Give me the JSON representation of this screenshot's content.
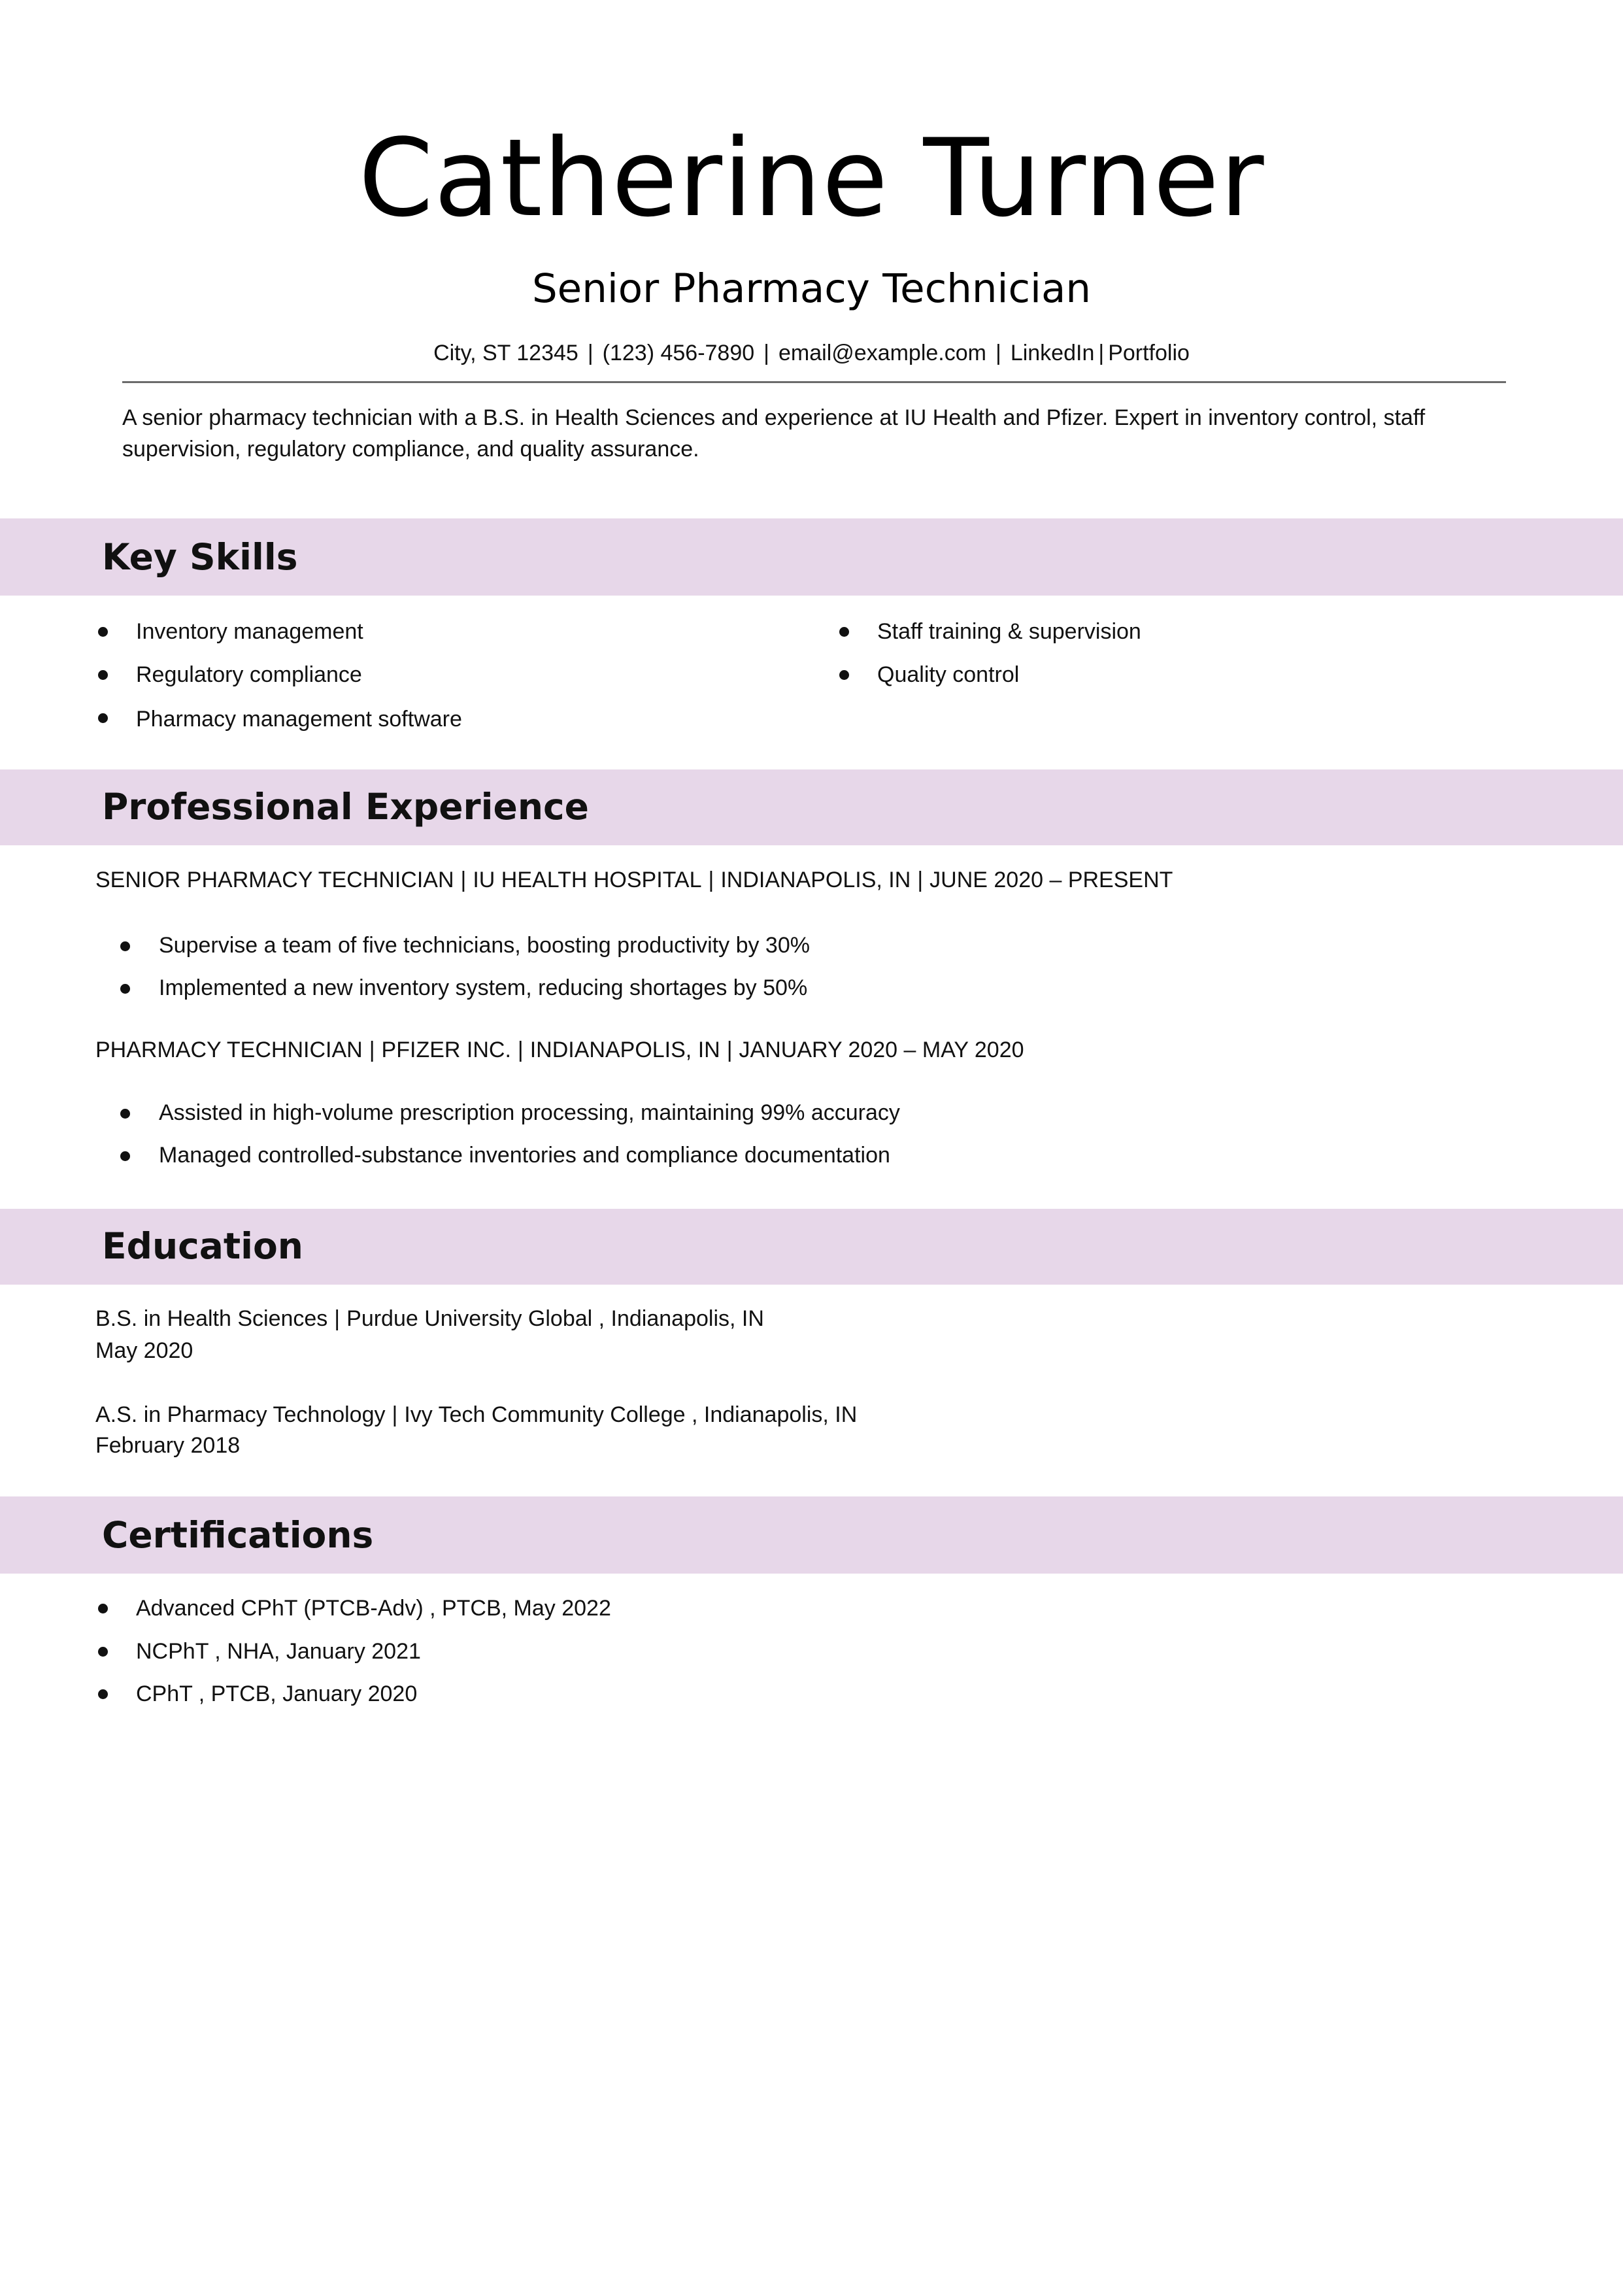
{
  "header": {
    "name": "Catherine Turner",
    "title": "Senior Pharmacy Technician",
    "contact": {
      "address": "City, ST 12345",
      "phone": "(123) 456-7890",
      "email": "email@example.com",
      "linkedin": "LinkedIn",
      "portfolio": "Portfolio",
      "separator": "|"
    }
  },
  "summary": "A senior pharmacy technician with a B.S. in Health Sciences and experience at IU Health and Pfizer. Expert in inventory control, staff supervision, regulatory compliance, and quality assurance.",
  "sections": {
    "skills": "Key Skills",
    "experience": "Professional Experience",
    "education": "Education",
    "certifications": "Certifications"
  },
  "skills": {
    "left": [
      "Inventory management",
      "Regulatory compliance",
      "Pharmacy management software"
    ],
    "right": [
      "Staff training & supervision",
      "Quality control"
    ]
  },
  "experience": [
    {
      "role": "SENIOR PHARMACY TECHNICIAN",
      "company": "IU HEALTH HOSPITAL",
      "location": "INDIANAPOLIS, IN",
      "dates": "JUNE 2020 – PRESENT",
      "bullets": [
        "Supervise a team of five technicians, boosting productivity by 30%",
        "Implemented a new inventory system, reducing shortages by 50%"
      ]
    },
    {
      "role": "PHARMACY TECHNICIAN",
      "company": "PFIZER INC.",
      "location": "INDIANAPOLIS, IN",
      "dates": "JANUARY 2020 – MAY 2020",
      "bullets": [
        "Assisted in high-volume prescription processing, maintaining 99% accuracy",
        "Managed controlled-substance inventories and compliance documentation"
      ]
    }
  ],
  "education": [
    {
      "degree": "B.S. in Health Sciences",
      "school": "Purdue University Global , Indianapolis, IN",
      "date": "May 2020"
    },
    {
      "degree": "A.S. in Pharmacy Technology",
      "school": "Ivy Tech Community College , Indianapolis, IN",
      "date": "February 2018"
    }
  ],
  "certifications": [
    "Advanced CPhT (PTCB-Adv) , PTCB, May 2022",
    "NCPhT , NHA, January 2021",
    "CPhT , PTCB, January 2020"
  ],
  "colors": {
    "section_band": "#e7d7e9",
    "rule": "#6b6b6b",
    "text": "#111111"
  }
}
